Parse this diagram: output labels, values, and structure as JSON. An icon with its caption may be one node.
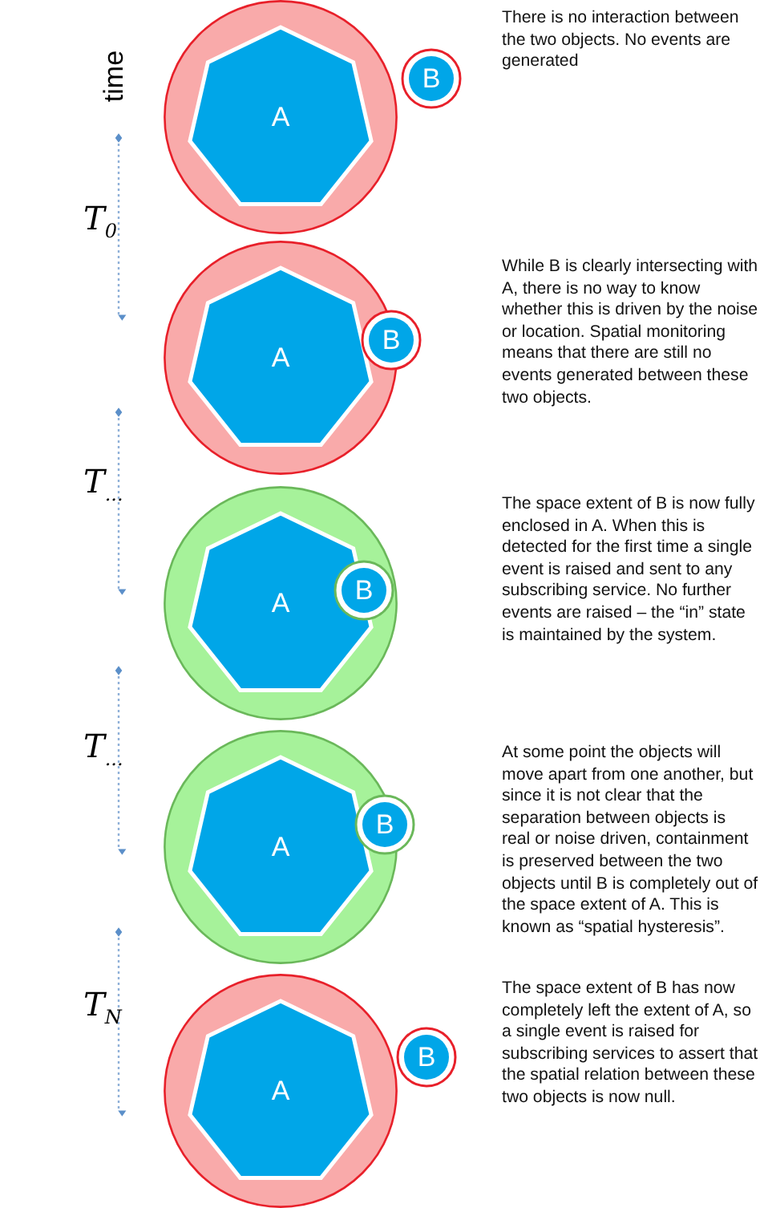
{
  "diagram": {
    "nodes": [
      {
        "text": [],
        "shape": "circle"
      },
      {
        "text": [
          "A"
        ],
        "in": 0
      },
      {
        "text": [
          "B"
        ]
      },
      {
        "text": [],
        "shape": "circle"
      },
      {
        "text": [
          "A"
        ],
        "in": 3
      },
      {
        "text": [
          "B"
        ]
      },
      {
        "text": [],
        "shape": "circle"
      },
      {
        "text": [
          "A"
        ],
        "in": 6
      },
      {
        "text": [
          "B"
        ],
        "in": 6
      },
      {
        "text": [],
        "shape": "circle"
      },
      {
        "text": [
          "A"
        ],
        "in": 9
      },
      {
        "text": [
          "B"
        ]
      },
      {
        "text": [],
        "shape": "circle"
      },
      {
        "text": [
          "A"
        ],
        "in": 12
      },
      {
        "text": [
          "B"
        ]
      }
    ],
    "labels": [
      "There is no interaction between the two objects. No events are generated",
      "time",
      "T$_{0}$",
      "While B is clearly intersecting with A, there is no way to know whether this is driven by the noise or location. Spatial monitoring means that there are still no events generated between these two objects.",
      "T$_{...}$",
      "The space extent of B is now fully enclosed in A. When this is detected for the first time a single event is raised and sent to any subscribing service. No further events are raised – the “in” state is maintained by the system.",
      "T$_{...}$",
      "At some point the objects will move apart from one another, but since it is not clear that the separation between objects is real or noise driven, containment is preserved between the two objects until B is completely out of the space extent of A. This is known as “spatial hysteresis”.",
      "T$_{N}$",
      "The space extent of B has now completely left the extent of A, so a single event is raised for subscribing services to assert that the spatial relation between these two objects is now null."
    ]
  }
}
